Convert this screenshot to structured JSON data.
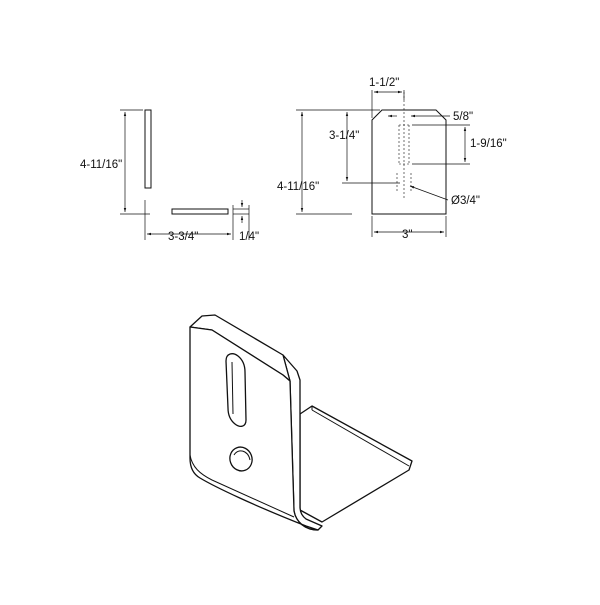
{
  "side_view": {
    "height_label": "4-11/16\"",
    "length_label": "3-3/4\"",
    "thickness_label": "1/4\""
  },
  "front_view": {
    "top_width_label": "1-1/2\"",
    "slot_width_label": "5/8\"",
    "slot_top_label": "3-1/4\"",
    "slot_length_label": "1-9/16\"",
    "height_label": "4-11/16\"",
    "hole_label": "Ø3/4\"",
    "width_label": "3\""
  }
}
